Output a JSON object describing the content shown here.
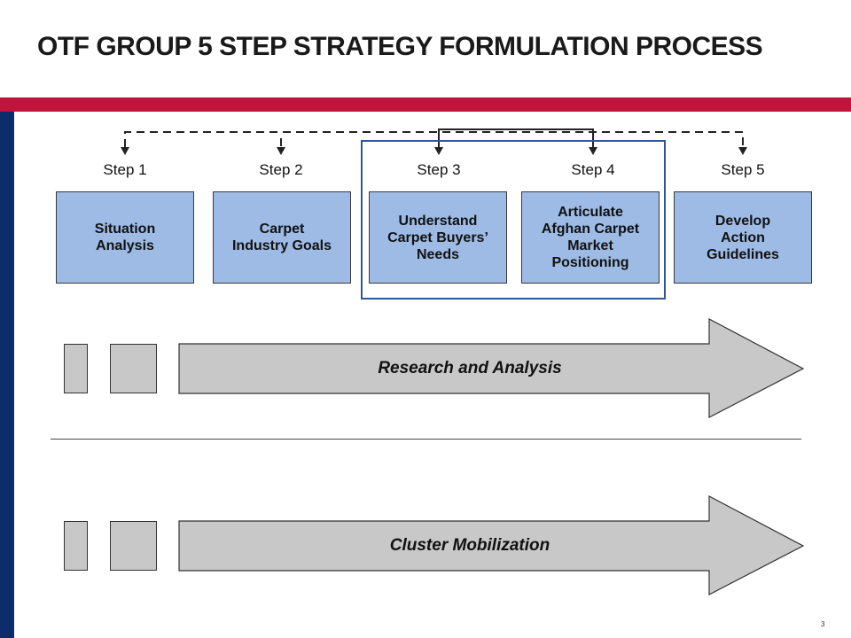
{
  "title": "OTF GROUP 5 STEP STRATEGY FORMULATION PROCESS",
  "steps": [
    {
      "label": "Step 1",
      "text": "Situation\nAnalysis"
    },
    {
      "label": "Step 2",
      "text": "Carpet\nIndustry  Goals"
    },
    {
      "label": "Step 3",
      "text": "Understand\nCarpet Buyers’\nNeeds"
    },
    {
      "label": "Step 4",
      "text": "Articulate\nAfghan Carpet\nMarket\nPositioning"
    },
    {
      "label": "Step 5",
      "text": "Develop\nAction\nGuidelines"
    }
  ],
  "phases": [
    {
      "label": "Research  and Analysis"
    },
    {
      "label": "Cluster Mobilization"
    }
  ],
  "page_number": "3",
  "colors": {
    "red_band": "#c0143c",
    "side_bar": "#0b2e6b",
    "step_box": "#9dbbe5",
    "highlight_border": "#2f5697",
    "arrow_fill": "#c8c8c8"
  }
}
